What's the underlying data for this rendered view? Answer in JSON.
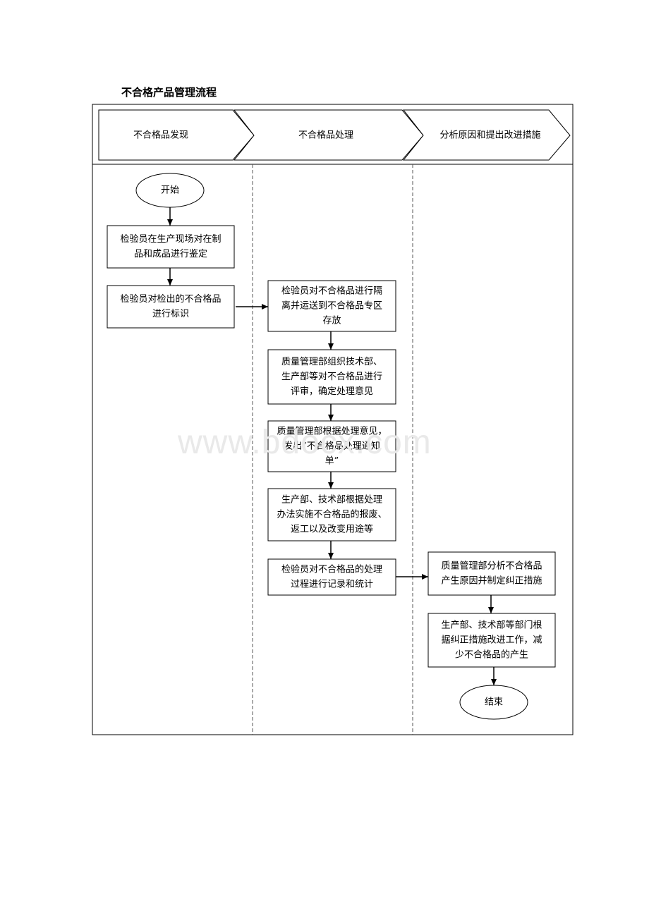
{
  "title": "不合格产品管理流程",
  "watermark": "www.bdocx.com",
  "lanes": [
    {
      "label": "不合格品发现"
    },
    {
      "label": "不合格品处理"
    },
    {
      "label": "分析原因和提出改进措施"
    }
  ],
  "nodes": {
    "start": {
      "lines": [
        "开始"
      ]
    },
    "inspect": {
      "lines": [
        "检验员在生产现场对在制",
        "品和成品进行鉴定"
      ]
    },
    "mark": {
      "lines": [
        "检验员对检出的不合格品",
        "进行标识"
      ]
    },
    "isolate": {
      "lines": [
        "检验员对不合格品进行隔",
        "离并运送到不合格品专区",
        "存放"
      ]
    },
    "review": {
      "lines": [
        "质量管理部组织技术部、",
        "生产部等对不合格品进行",
        "评审，确定处理意见"
      ]
    },
    "notice": {
      "lines": [
        "质量管理部根据处理意见，",
        "发出“不合格品处理通知",
        "单”"
      ]
    },
    "execute": {
      "lines": [
        "生产部、技术部根据处理",
        "办法实施不合格品的报废、",
        "返工以及改变用途等"
      ]
    },
    "record": {
      "lines": [
        "检验员对不合格品的处理",
        "过程进行记录和统计"
      ]
    },
    "analyze": {
      "lines": [
        "质量管理部分析不合格品",
        "产生原因并制定纠正措施"
      ]
    },
    "improve": {
      "lines": [
        "生产部、技术部等部门根",
        "据纠正措施改进工作，减",
        "少不合格品的产生"
      ]
    },
    "end": {
      "lines": [
        "结束"
      ]
    }
  }
}
